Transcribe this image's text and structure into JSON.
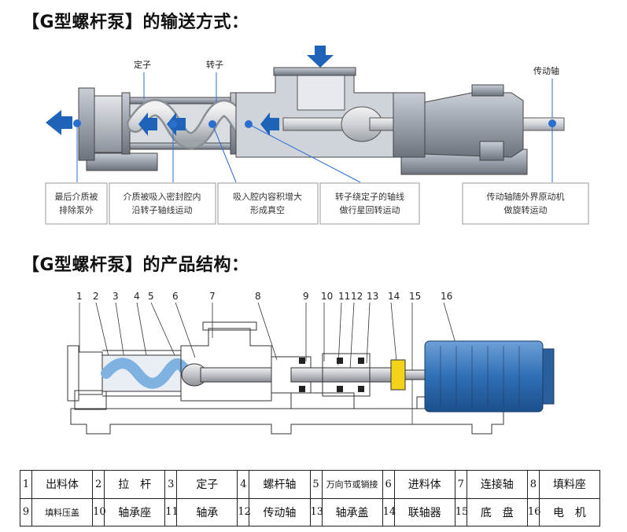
{
  "headings": {
    "conveying": "【G型螺杆泵】的输送方式：",
    "structure": "【G型螺杆泵】的产品结构："
  },
  "top_labels": {
    "stator": "定子",
    "rotor": "转子",
    "drive_shaft": "传动轴"
  },
  "flow_boxes": [
    {
      "line1": "最后介质被",
      "line2": "排除泵外"
    },
    {
      "line1": "介质被吸入密封腔内",
      "line2": "沿转子轴线运动"
    },
    {
      "line1": "吸入腔内容积增大",
      "line2": "形成真空"
    },
    {
      "line1": "转子绕定子的轴线",
      "line2": "做行星回转运动"
    },
    {
      "line1": "传动轴随外界原动机",
      "line2": "做旋转运动"
    }
  ],
  "callout_numbers": [
    "1",
    "2",
    "3",
    "4",
    "5",
    "6",
    "7",
    "8",
    "9",
    "10",
    "11",
    "12",
    "13",
    "14",
    "15",
    "16"
  ],
  "parts_table": [
    [
      {
        "n": "1",
        "t": "出料体"
      },
      {
        "n": "2",
        "t": "拉　杆"
      },
      {
        "n": "3",
        "t": "定子"
      },
      {
        "n": "4",
        "t": "螺杆轴"
      },
      {
        "n": "5",
        "t": "万向节或销接"
      },
      {
        "n": "6",
        "t": "进料体"
      },
      {
        "n": "7",
        "t": "连接轴"
      },
      {
        "n": "8",
        "t": "填料座"
      }
    ],
    [
      {
        "n": "9",
        "t": "填料压盖"
      },
      {
        "n": "10",
        "t": "轴承座"
      },
      {
        "n": "11",
        "t": "轴承"
      },
      {
        "n": "12",
        "t": "传动轴"
      },
      {
        "n": "13",
        "t": "轴承盖"
      },
      {
        "n": "14",
        "t": "联轴器"
      },
      {
        "n": "15",
        "t": "底　盘"
      },
      {
        "n": "16",
        "t": "电　机"
      }
    ]
  ],
  "colors": {
    "arrow_blue": "#1e63b8",
    "callout_line": "#2a6fd0",
    "motor_blue": "#2f6fb5",
    "coupling_yellow": "#f3d21a",
    "screw_blue": "#7fb2e0"
  }
}
